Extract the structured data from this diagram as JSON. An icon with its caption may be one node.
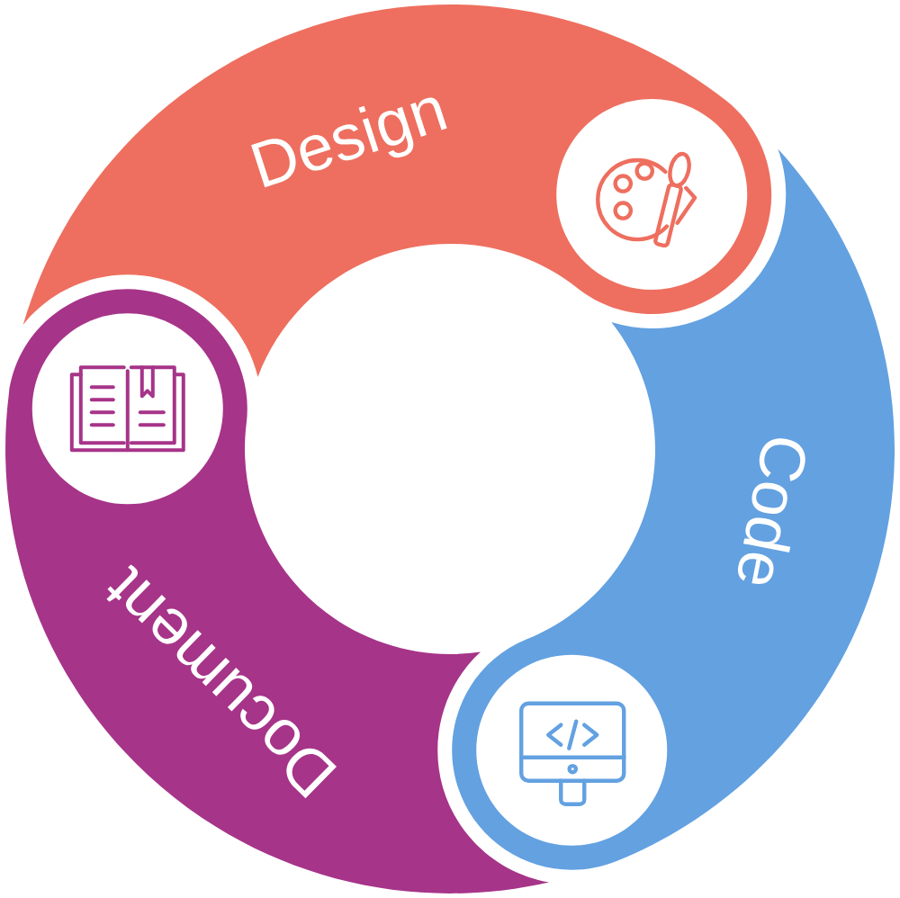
{
  "diagram": {
    "nodes": [
      {
        "text": [
          "Design"
        ]
      },
      {
        "text": [
          "Code"
        ]
      },
      {
        "text": [
          "Document"
        ]
      }
    ]
  }
}
